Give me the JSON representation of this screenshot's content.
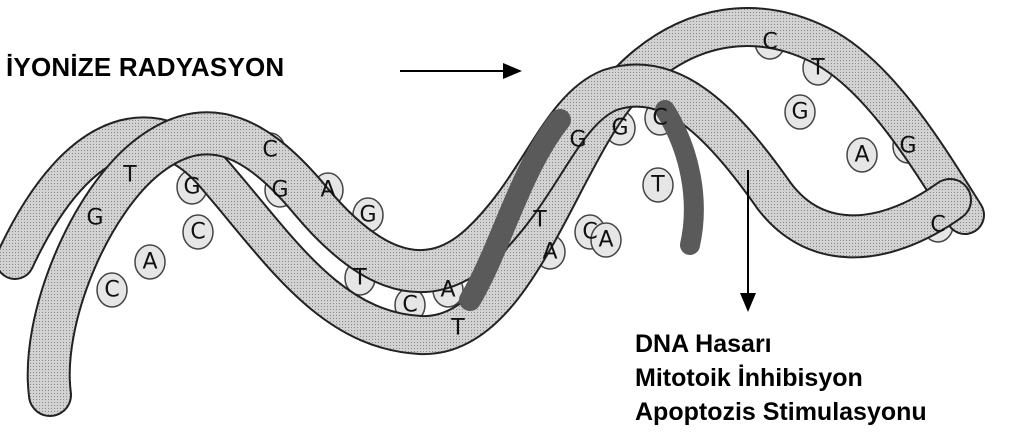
{
  "radiation_label": "İYONİZE RADYASYON",
  "effects": [
    "DNA Hasarı",
    "Mitotoik İnhibisyon",
    "Apoptozis Stimulasyonu"
  ],
  "bases": [
    "G",
    "T",
    "G",
    "C",
    "A",
    "C",
    "C",
    "G",
    "A",
    "G",
    "T",
    "C",
    "A",
    "T",
    "T",
    "A",
    "C",
    "A",
    "G",
    "G",
    "C",
    "T",
    "C",
    "T",
    "G",
    "A",
    "G",
    "C"
  ],
  "colors": {
    "strand_fill": "#cfcfcf",
    "strand_dark": "#5a5a5a",
    "strand_edge": "#222222",
    "rung_fill": "#e6e6e6",
    "text": "#000000"
  },
  "icons": {
    "radiation_arrow": "right-arrow-icon",
    "effect_arrow": "down-arrow-icon"
  }
}
